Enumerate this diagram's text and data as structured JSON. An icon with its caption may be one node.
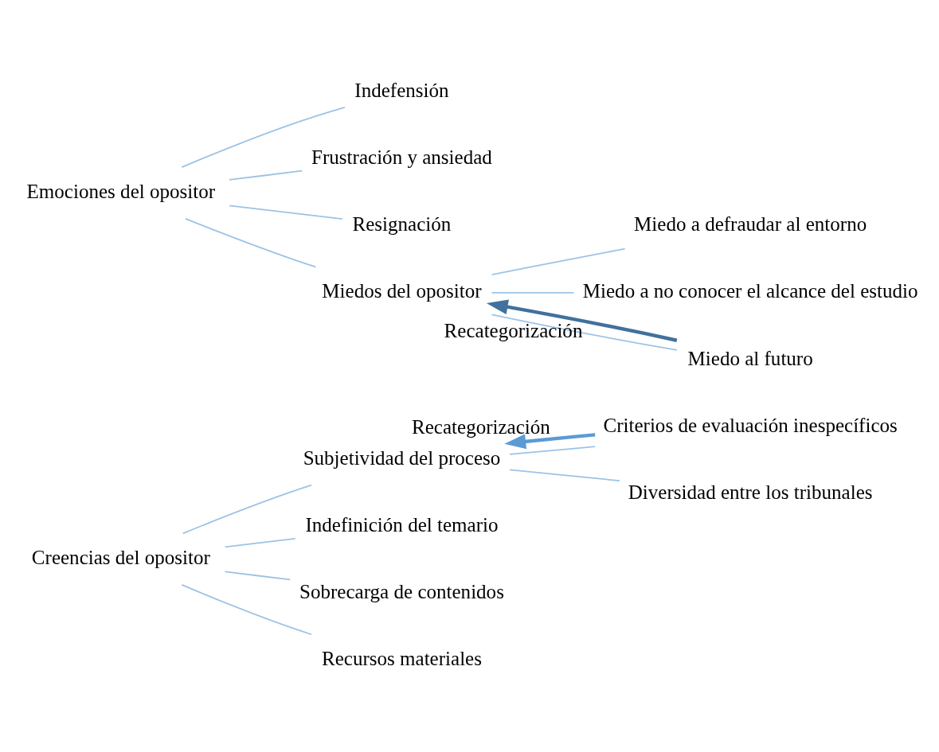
{
  "diagram": {
    "nodes": [
      {
        "text": [
          "Creencias del opositor"
        ]
      },
      {
        "text": [
          "Subjetividad del proceso"
        ]
      },
      {
        "text": [
          "Criterios de evaluación inespecíficos"
        ]
      },
      {
        "text": [
          "Diversidad entre los tribunales"
        ]
      },
      {
        "text": [
          "Indefinición del temario"
        ]
      },
      {
        "text": [
          "Sobrecarga de contenidos"
        ]
      },
      {
        "text": [
          "Recursos materiales"
        ]
      },
      {
        "text": [
          "Emociones del opositor"
        ]
      },
      {
        "text": [
          "Indefensión"
        ]
      },
      {
        "text": [
          "Frustración y ansiedad"
        ]
      },
      {
        "text": [
          "Resignación"
        ]
      },
      {
        "text": [
          "Miedos del opositor"
        ]
      },
      {
        "text": [
          "Miedo a defraudar al entorno"
        ]
      },
      {
        "text": [
          "Miedo a no conocer el alcance del estudio"
        ]
      },
      {
        "text": [
          "Miedo al futuro"
        ]
      }
    ],
    "edges": [
      {
        "from": 0,
        "to": 1,
        "arrow": "none"
      },
      {
        "from": 0,
        "to": 4,
        "arrow": "none"
      },
      {
        "from": 0,
        "to": 5,
        "arrow": "none"
      },
      {
        "from": 0,
        "to": 6,
        "arrow": "none"
      },
      {
        "from": 1,
        "to": 2,
        "arrow": "none"
      },
      {
        "from": 1,
        "to": 3,
        "arrow": "none"
      },
      {
        "from": 7,
        "to": 8,
        "arrow": "none"
      },
      {
        "from": 7,
        "to": 9,
        "arrow": "none"
      },
      {
        "from": 7,
        "to": 10,
        "arrow": "none"
      },
      {
        "from": 7,
        "to": 11,
        "arrow": "none"
      },
      {
        "from": 11,
        "to": 12,
        "arrow": "none"
      },
      {
        "from": 11,
        "to": 13,
        "arrow": "none"
      },
      {
        "from": 11,
        "to": 14,
        "arrow": "none"
      },
      {
        "from": 2,
        "to": 1,
        "arrow": "to",
        "label": "Recategorización",
        "style": "thick",
        "color": "#5b9bd5"
      },
      {
        "from": 14,
        "to": 11,
        "arrow": "to",
        "label": "Recategorización",
        "style": "thick",
        "color": "#41719c"
      }
    ]
  }
}
